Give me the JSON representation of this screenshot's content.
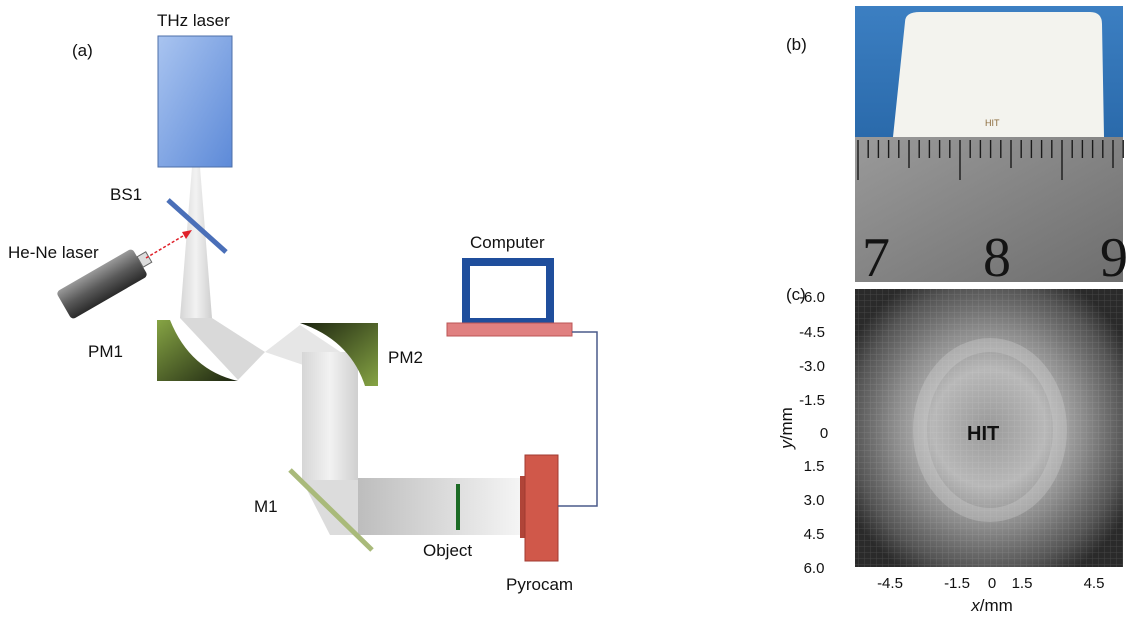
{
  "panel_a": {
    "label": "(a)",
    "components": {
      "thz_laser": "THz laser",
      "bs1": "BS1",
      "he_ne_laser": "He-Ne laser",
      "pm1": "PM1",
      "pm2": "PM2",
      "computer": "Computer",
      "m1": "M1",
      "object": "Object",
      "pyrocam": "Pyrocam"
    }
  },
  "panel_b": {
    "label": "(b)",
    "sample_text": "HIT",
    "ruler_numbers": [
      "7",
      "8",
      "9"
    ]
  },
  "panel_c": {
    "label": "(c)",
    "image_text": "HIT",
    "y_axis_italic": "y",
    "y_axis_unit": "/mm",
    "x_axis_italic": "x",
    "x_axis_unit": "/mm",
    "y_ticks": [
      "-6.0",
      "-4.5",
      "-3.0",
      "-1.5",
      "0",
      "1.5",
      "3.0",
      "4.5",
      "6.0"
    ],
    "x_ticks": [
      "-4.5",
      "-1.5",
      "0",
      "1.5",
      "4.5"
    ]
  },
  "colors": {
    "thz_laser": "#7fa7e6",
    "beam": "#c8c8c8",
    "mirror_green": "#5b7a2a",
    "computer_blue": "#1f4e9c",
    "keyboard_pink": "#e08080",
    "pyrocam_red": "#d0584a",
    "object_green": "#1c6b25",
    "bs1_blue": "#4a6fb8",
    "he_ne_red": "#e0202a"
  }
}
